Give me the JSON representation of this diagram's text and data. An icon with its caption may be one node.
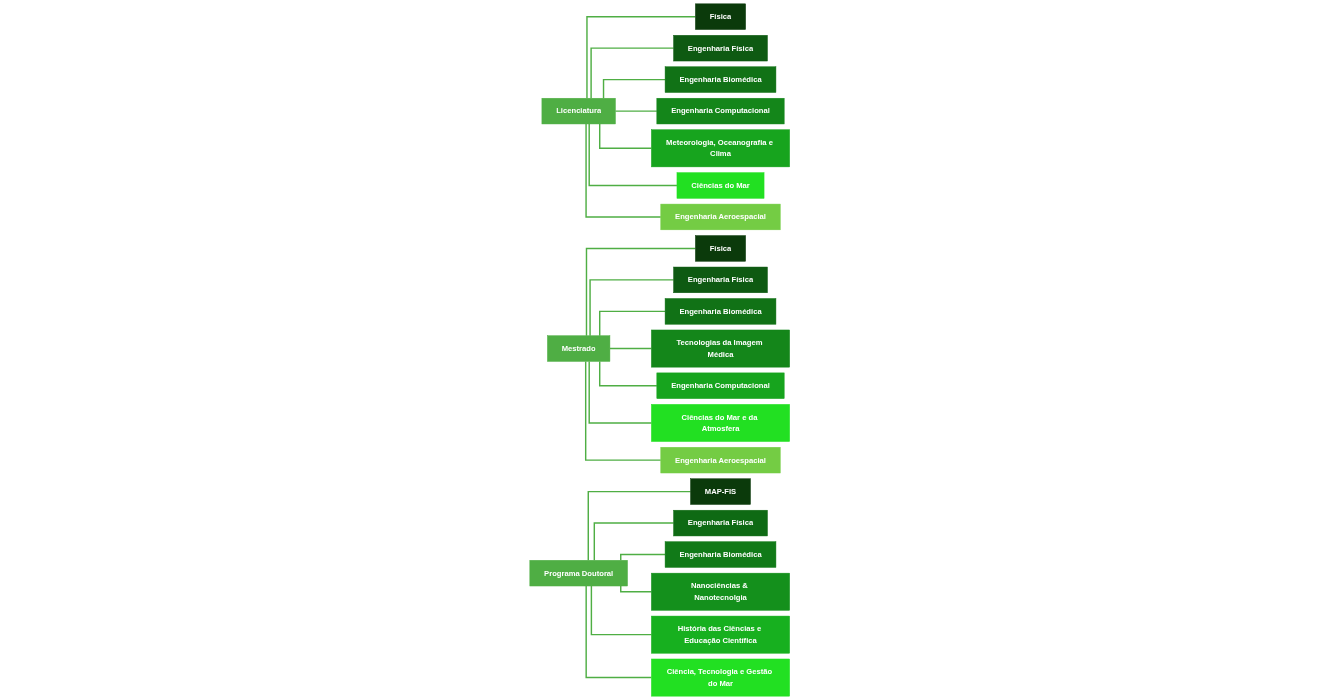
{
  "diagram": {
    "nodes": [
      {
        "text": [
          "Licenciatura"
        ]
      },
      {
        "text": [
          "Física"
        ]
      },
      {
        "text": [
          "Engenharia Física"
        ]
      },
      {
        "text": [
          "Engenharia Biomédica"
        ]
      },
      {
        "text": [
          "Engenharia Computacional"
        ]
      },
      {
        "text": [
          "Meteorologia, Oceanografia e Clima"
        ]
      },
      {
        "text": [
          "Ciências do Mar"
        ]
      },
      {
        "text": [
          "Engenharia Aeroespacial"
        ]
      },
      {
        "text": [
          "Mestrado"
        ]
      },
      {
        "text": [
          "Física"
        ]
      },
      {
        "text": [
          "Engenharia Física"
        ]
      },
      {
        "text": [
          "Engenharia Biomédica"
        ]
      },
      {
        "text": [
          "Tecnologias da Imagem Médica"
        ]
      },
      {
        "text": [
          "Engenharia Computacional"
        ]
      },
      {
        "text": [
          "Ciências do Mar e da Atmosfera"
        ]
      },
      {
        "text": [
          "Engenharia Aeroespacial"
        ]
      },
      {
        "text": [
          "Programa Doutoral"
        ]
      },
      {
        "text": [
          "MAP-FIS"
        ]
      },
      {
        "text": [
          "Engenharia Física"
        ]
      },
      {
        "text": [
          "Engenharia Biomédica"
        ]
      },
      {
        "text": [
          "Nanociências & Nanotecnolgia"
        ]
      },
      {
        "text": [
          "História das Ciências e Educação Científica"
        ]
      },
      {
        "text": [
          "Ciência, Tecnologia e Gestão do Mar"
        ]
      }
    ],
    "edges": [
      {
        "from": 0,
        "to": 1,
        "arrow": "none"
      },
      {
        "from": 0,
        "to": 2,
        "arrow": "none"
      },
      {
        "from": 0,
        "to": 3,
        "arrow": "none"
      },
      {
        "from": 0,
        "to": 4,
        "arrow": "none"
      },
      {
        "from": 0,
        "to": 5,
        "arrow": "none"
      },
      {
        "from": 0,
        "to": 6,
        "arrow": "none"
      },
      {
        "from": 0,
        "to": 7,
        "arrow": "none"
      },
      {
        "from": 8,
        "to": 9,
        "arrow": "none"
      },
      {
        "from": 8,
        "to": 10,
        "arrow": "none"
      },
      {
        "from": 8,
        "to": 11,
        "arrow": "none"
      },
      {
        "from": 8,
        "to": 12,
        "arrow": "none"
      },
      {
        "from": 8,
        "to": 13,
        "arrow": "none"
      },
      {
        "from": 8,
        "to": 14,
        "arrow": "none"
      },
      {
        "from": 8,
        "to": 15,
        "arrow": "none"
      },
      {
        "from": 16,
        "to": 17,
        "arrow": "none"
      },
      {
        "from": 16,
        "to": 18,
        "arrow": "none"
      },
      {
        "from": 16,
        "to": 19,
        "arrow": "none"
      },
      {
        "from": 16,
        "to": 20,
        "arrow": "none"
      },
      {
        "from": 16,
        "to": 21,
        "arrow": "none"
      },
      {
        "from": 16,
        "to": 22,
        "arrow": "none"
      }
    ]
  }
}
